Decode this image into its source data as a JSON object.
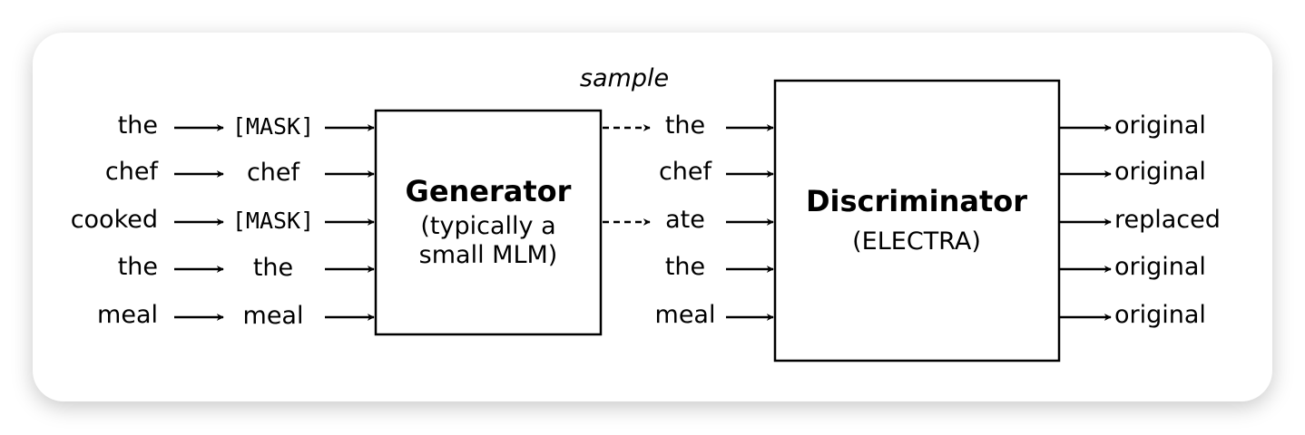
{
  "annotation": {
    "sample_label": "sample"
  },
  "input_tokens": [
    "the",
    "chef",
    "cooked",
    "the",
    "meal"
  ],
  "masked_tokens": [
    "[MASK]",
    "chef",
    "[MASK]",
    "the",
    "meal"
  ],
  "generator": {
    "title": "Generator",
    "subtitle_line1": "(typically a",
    "subtitle_line2": "small MLM)"
  },
  "sampled_tokens": [
    "the",
    "chef",
    "ate",
    "the",
    "meal"
  ],
  "sampled_from_generator": [
    true,
    false,
    true,
    false,
    false
  ],
  "discriminator": {
    "title": "Discriminator",
    "subtitle": "(ELECTRA)"
  },
  "outputs": [
    "original",
    "original",
    "replaced",
    "original",
    "original"
  ]
}
